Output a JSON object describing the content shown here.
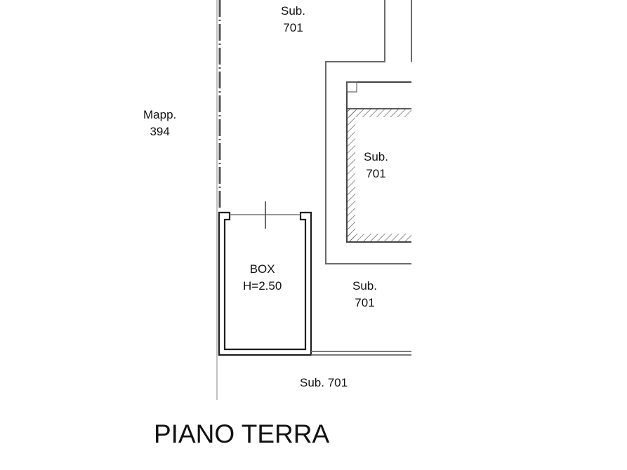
{
  "drawing": {
    "title": "PIANO TERRA",
    "labels": {
      "sub_top": {
        "line1": "Sub.",
        "line2": "701"
      },
      "mapp": {
        "line1": "Mapp.",
        "line2": "394"
      },
      "sub_hatched": {
        "line1": "Sub.",
        "line2": "701"
      },
      "box": {
        "line1": "BOX",
        "line2": "H=2.50"
      },
      "sub_right": {
        "line1": "Sub.",
        "line2": "701"
      },
      "sub_bottom": "Sub. 701"
    },
    "colors": {
      "line": "#2a2a2a",
      "light_line": "#7a7a7a",
      "hatch": "#555555",
      "text": "#111111"
    }
  }
}
